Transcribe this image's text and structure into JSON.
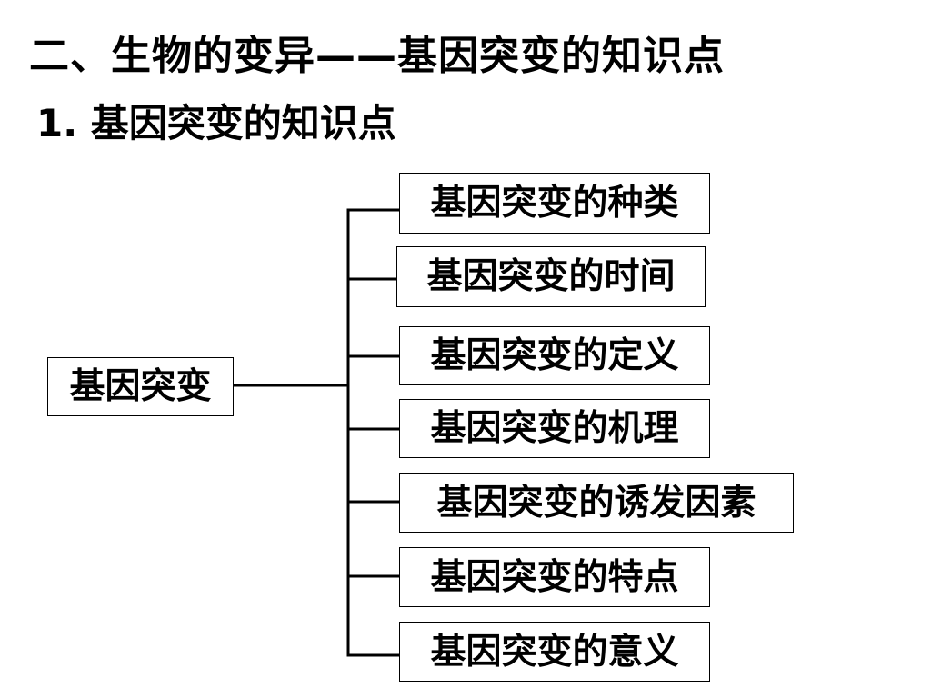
{
  "title": "二、生物的变异——基因突变的知识点",
  "subtitle": "1. 基因突变的知识点",
  "diagram": {
    "root": "基因突变",
    "branches": [
      "基因突变的种类",
      "基因突变的时间",
      "基因突变的定义",
      "基因突变的机理",
      "基因突变的诱发因素",
      "基因突变的特点",
      "基因突变的意义"
    ]
  }
}
